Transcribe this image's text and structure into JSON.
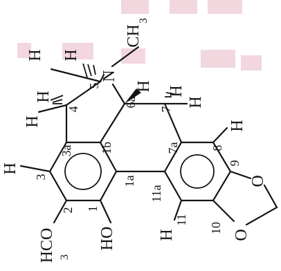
{
  "colors": {
    "ink": "#141414",
    "watermark": "#e9b7c6",
    "background": "#ffffff"
  },
  "labels": {
    "h_top_left": "H",
    "h_top_c5": "H",
    "ch3": "CH",
    "ch3_sub": "3",
    "n": "N",
    "c5": "5",
    "c6a": "6a",
    "h_6a": "H",
    "h_7a": "H",
    "h_7b": "H",
    "c7": "7",
    "h_c4a": "H",
    "h_c4b": "H",
    "c4": "4",
    "c3a": "3a",
    "c1b": "1b",
    "c7a": "7a",
    "c8": "8",
    "h_c8": "H",
    "h_c3": "H",
    "c3": "3",
    "c2": "2",
    "c1": "1",
    "c1a": "1a",
    "c11a": "11a",
    "c9": "9",
    "c10": "10",
    "c11": "11",
    "h_c11": "H",
    "o_9": "O",
    "o_10": "O",
    "hco": "HCO",
    "hco_sub": "3",
    "ho": "HO"
  }
}
